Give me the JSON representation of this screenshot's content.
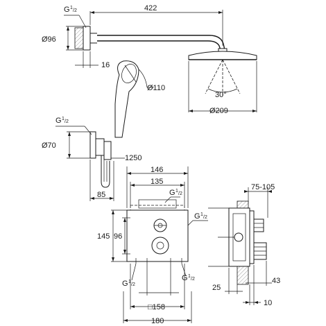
{
  "dimensions": {
    "arm_length": "422",
    "arm_flange_dia": "Ø96",
    "wall_offset": "16",
    "head_shower_dia": "Ø110",
    "spray_angle": "30°",
    "overhead_dia": "Ø209",
    "outlet_dia": "Ø70",
    "hose_length": "1250",
    "outlet_projection": "85",
    "plate_width": "146",
    "plate_inner": "135",
    "plate_height": "145",
    "plate_inner_height": "96",
    "plate_square": "□158",
    "plate_total": "180",
    "box_depth": "75-105",
    "depth_a": "25",
    "depth_b": "43",
    "depth_c": "10"
  },
  "thread_label": {
    "g": "G",
    "num": "1",
    "den": "/2"
  }
}
